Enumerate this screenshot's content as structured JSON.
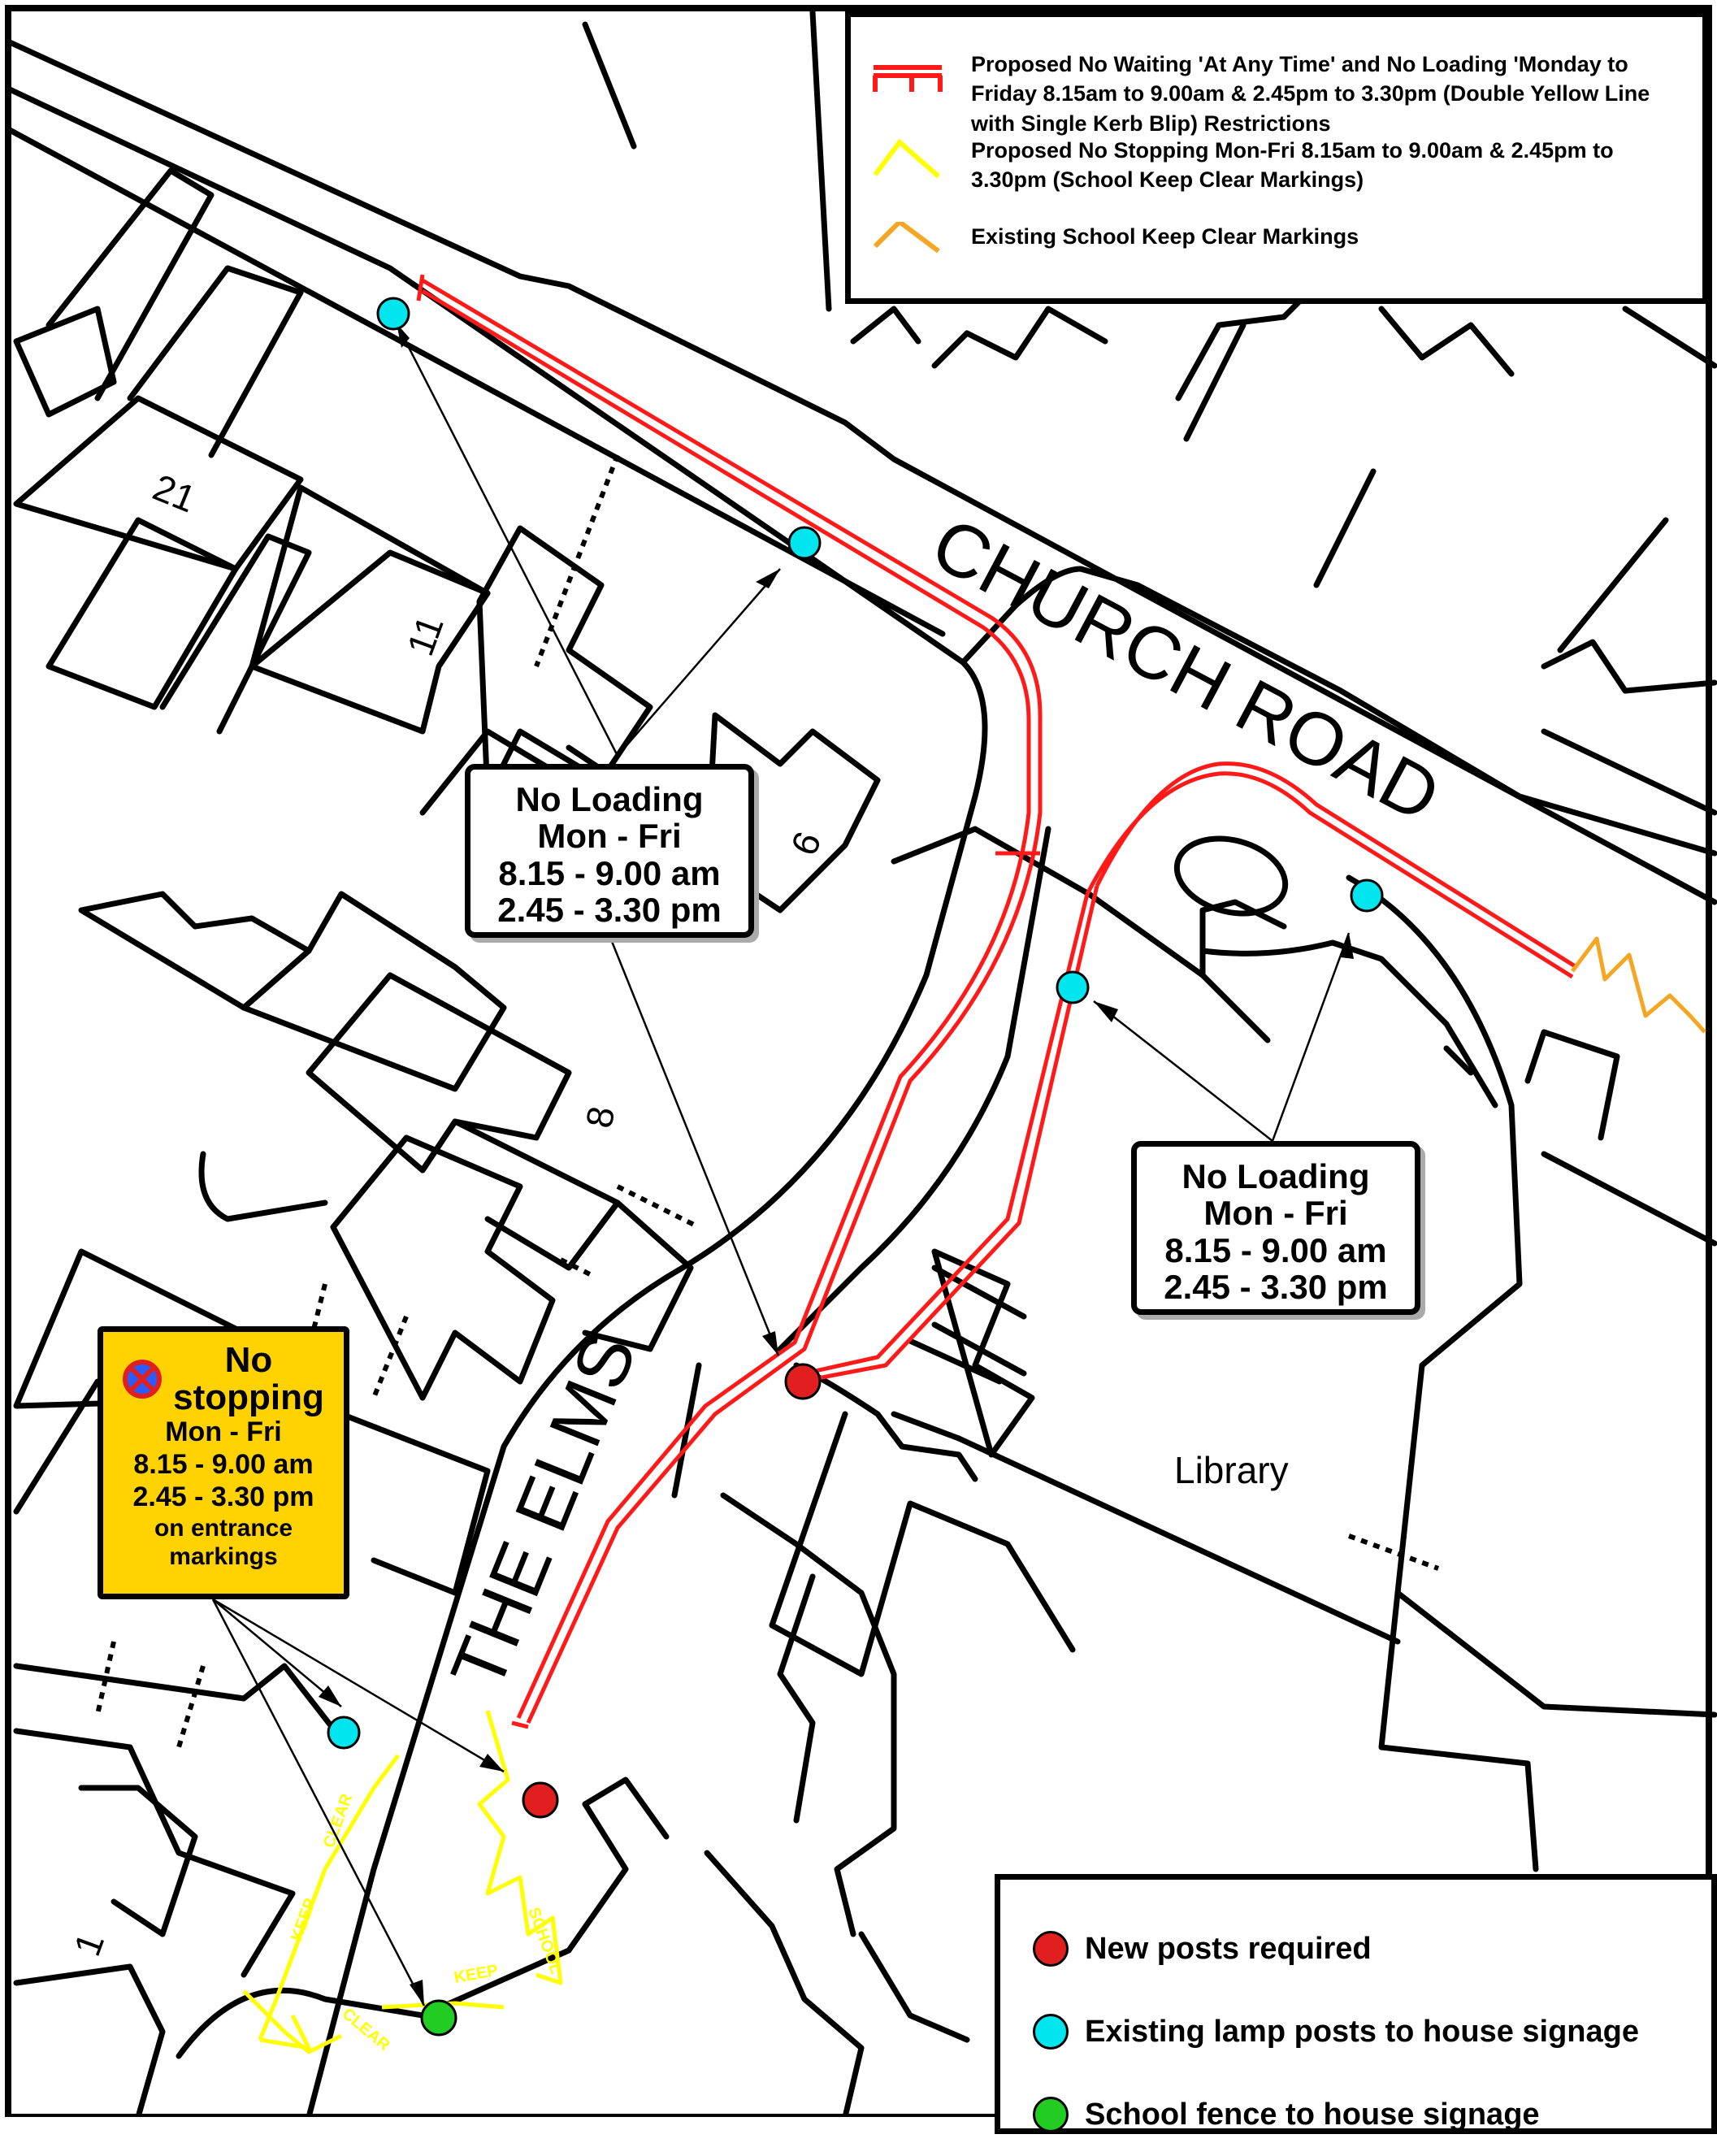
{
  "legend_top": {
    "items": [
      {
        "symbol": "double-yellow-line-kerb-blip",
        "color": "#ff1a1a",
        "text": "Proposed No Waiting 'At Any Time' and No Loading 'Monday to Friday 8.15am to 9.00am & 2.45pm to 3.30pm (Double Yellow Line with Single Kerb Blip) Restrictions"
      },
      {
        "symbol": "proposed-zigzag",
        "color": "#ffff00",
        "text": "Proposed No Stopping Mon-Fri 8.15am to 9.00am & 2.45pm to 3.30pm (School Keep Clear Markings)"
      },
      {
        "symbol": "existing-zigzag",
        "color": "#f5a623",
        "text": "Existing School Keep Clear Markings"
      }
    ]
  },
  "legend_bottom": {
    "items": [
      {
        "color": "#ff1a1a",
        "text": "New posts required"
      },
      {
        "color": "#00e5ee",
        "text": "Existing lamp posts to house signage"
      },
      {
        "color": "#00dd00",
        "text": "School fence to house signage"
      }
    ]
  },
  "signs": {
    "left": {
      "lines": [
        "No Loading",
        "Mon - Fri",
        "8.15 - 9.00 am",
        "2.45 - 3.30 pm"
      ]
    },
    "right": {
      "lines": [
        "No Loading",
        "Mon - Fri",
        "8.15 - 9.00 am",
        "2.45 - 3.30 pm"
      ]
    },
    "no_stopping": {
      "title_lines": [
        "No",
        "stopping"
      ],
      "lines": [
        "Mon - Fri",
        "8.15 - 9.00 am",
        "2.45 - 3.30 pm",
        "on entrance",
        "markings"
      ],
      "color": "#ffd200"
    }
  },
  "roads": {
    "church_road": "CHURCH ROAD",
    "the_elms": "THE ELMS"
  },
  "buildings": {
    "library": "Library",
    "house_numbers": [
      "21",
      "11",
      "9",
      "8",
      "1"
    ]
  },
  "keep_clear_text": [
    "KEEP",
    "CLEAR",
    "SCHOOL",
    "KEEP",
    "CLEAR"
  ],
  "colors": {
    "restriction_line": "#ff1a1a",
    "proposed_markings": "#ffff00",
    "existing_markings": "#f5a623",
    "new_post": "#ff1a1a",
    "lamp_post": "#00e5ee",
    "school_fence": "#00dd00",
    "no_stopping_panel": "#ffd200"
  }
}
